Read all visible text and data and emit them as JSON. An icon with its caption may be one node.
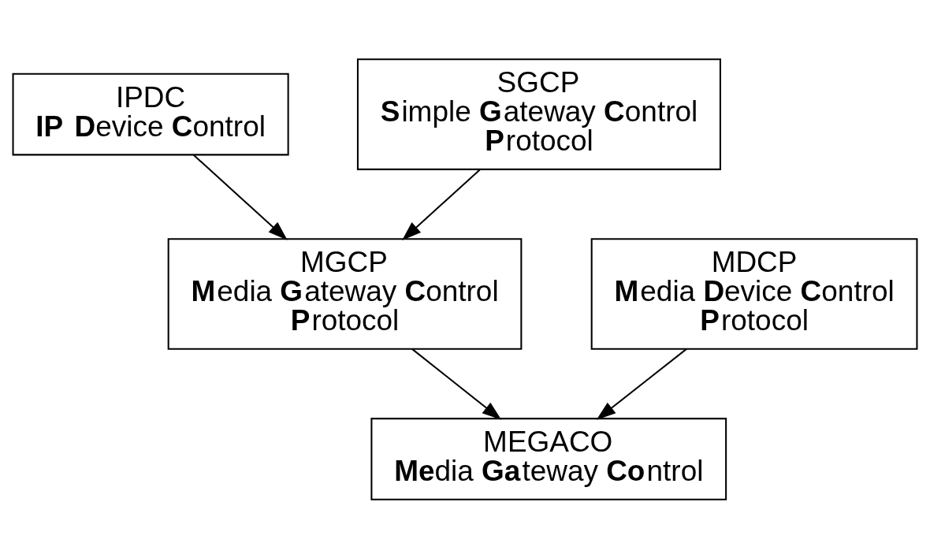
{
  "diagram": {
    "nodes": [
      {
        "text": [
          "IPDC",
          "**IP** **D**evice **C**ontrol"
        ]
      },
      {
        "text": [
          "SGCP",
          "**S**imple **G**ateway **C**ontrol **P**rotocol"
        ]
      },
      {
        "text": [
          "MGCP",
          "**M**edia **G**ateway **C**ontrol **P**rotocol"
        ]
      },
      {
        "text": [
          "MDCP",
          "**M**edia **D**evice **C**ontrol **P**rotocol"
        ]
      },
      {
        "text": [
          "MEGACO",
          "**Me**dia **Ga**teway **Co**ntrol"
        ]
      }
    ],
    "edges": [
      {
        "from": 0,
        "to": 2,
        "arrow": "to"
      },
      {
        "from": 1,
        "to": 2,
        "arrow": "to"
      },
      {
        "from": 2,
        "to": 4,
        "arrow": "to"
      },
      {
        "from": 3,
        "to": 4,
        "arrow": "to"
      }
    ]
  }
}
